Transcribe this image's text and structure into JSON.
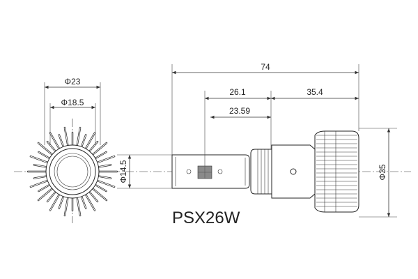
{
  "dimensions": {
    "overall_length": "74",
    "length_a": "26.1",
    "length_b": "35.4",
    "length_c": "23.59",
    "dia_outer": "Φ23",
    "dia_inner": "Φ18.5",
    "dia_tube": "Φ14.5",
    "dia_heatsink": "Φ35"
  },
  "model_name": "PSX26W",
  "colors": {
    "line": "#222222",
    "chip": "#8a8a8a"
  }
}
